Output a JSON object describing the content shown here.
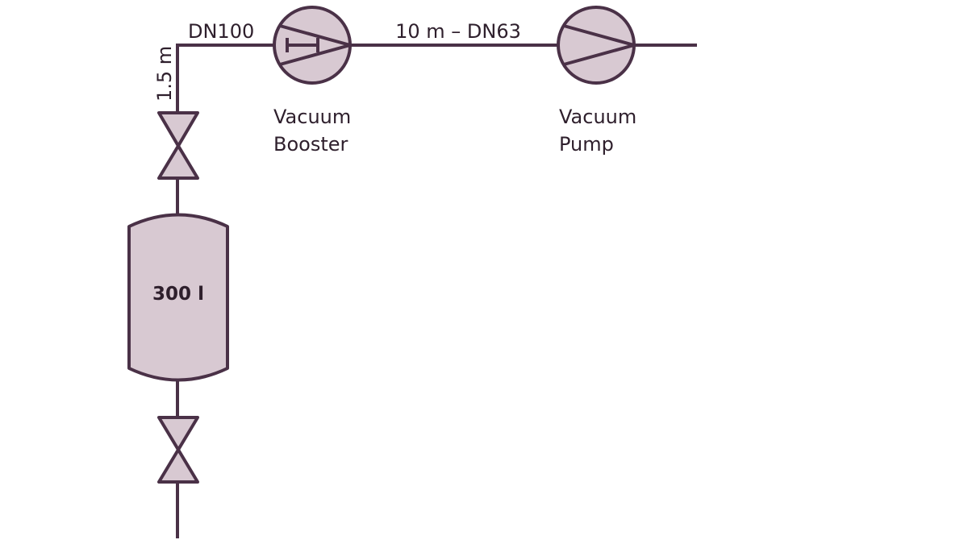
{
  "pipe_labels": {
    "suction_diameter": "DN100",
    "suction_length": "1.5 m",
    "connecting_line": "10 m – DN63"
  },
  "components": {
    "booster_line1": "Vacuum",
    "booster_line2": "Booster",
    "pump_line1": "Vacuum",
    "pump_line2": "Pump",
    "tank_volume": "300 l"
  },
  "colors": {
    "line": "#4a3147",
    "fill": "#d8c9d2",
    "text": "#2e1f2c"
  }
}
